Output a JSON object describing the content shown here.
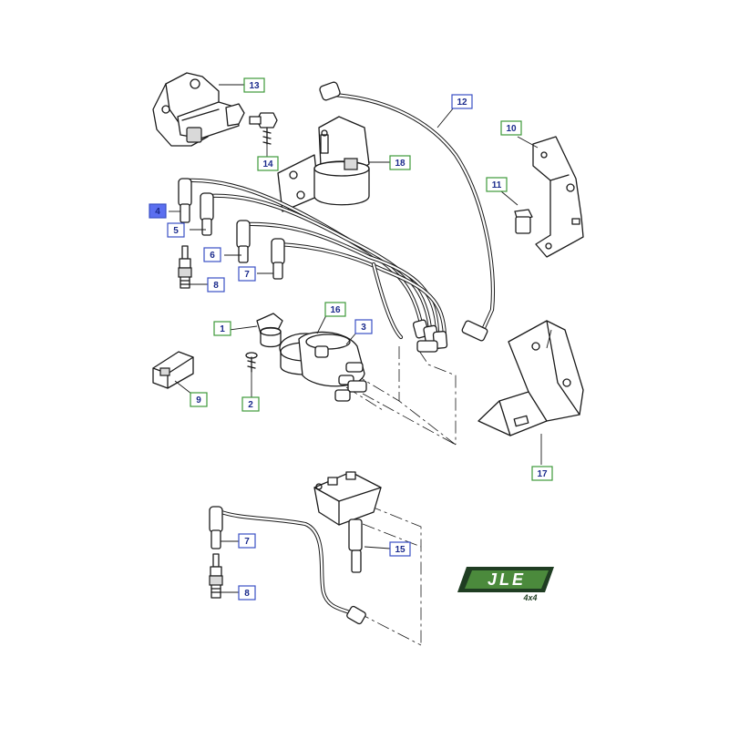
{
  "colors": {
    "callout_green_border": "#3e9a3a",
    "callout_blue_border": "#3a4fc4",
    "callout_text": "#1a2a8c",
    "selected_fill": "#5b6ff0",
    "logo_dark": "#1f3d22",
    "logo_green": "#4b8a3c"
  },
  "callouts": [
    {
      "id": "c1",
      "label": "1",
      "style": "green"
    },
    {
      "id": "c2",
      "label": "2",
      "style": "green"
    },
    {
      "id": "c3",
      "label": "3",
      "style": "blue"
    },
    {
      "id": "c4",
      "label": "4",
      "style": "selected"
    },
    {
      "id": "c5",
      "label": "5",
      "style": "blue"
    },
    {
      "id": "c6",
      "label": "6",
      "style": "blue"
    },
    {
      "id": "c7a",
      "label": "7",
      "style": "blue"
    },
    {
      "id": "c7b",
      "label": "7",
      "style": "blue"
    },
    {
      "id": "c8a",
      "label": "8",
      "style": "blue"
    },
    {
      "id": "c8b",
      "label": "8",
      "style": "blue"
    },
    {
      "id": "c9",
      "label": "9",
      "style": "green"
    },
    {
      "id": "c10",
      "label": "10",
      "style": "green"
    },
    {
      "id": "c11",
      "label": "11",
      "style": "green"
    },
    {
      "id": "c12",
      "label": "12",
      "style": "blue"
    },
    {
      "id": "c13",
      "label": "13",
      "style": "green"
    },
    {
      "id": "c14",
      "label": "14",
      "style": "green"
    },
    {
      "id": "c15",
      "label": "15",
      "style": "blue"
    },
    {
      "id": "c16",
      "label": "16",
      "style": "green"
    },
    {
      "id": "c17",
      "label": "17",
      "style": "green"
    },
    {
      "id": "c18",
      "label": "18",
      "style": "green"
    }
  ],
  "logo": {
    "main_text": "JLE",
    "sub_text": "4x4"
  }
}
